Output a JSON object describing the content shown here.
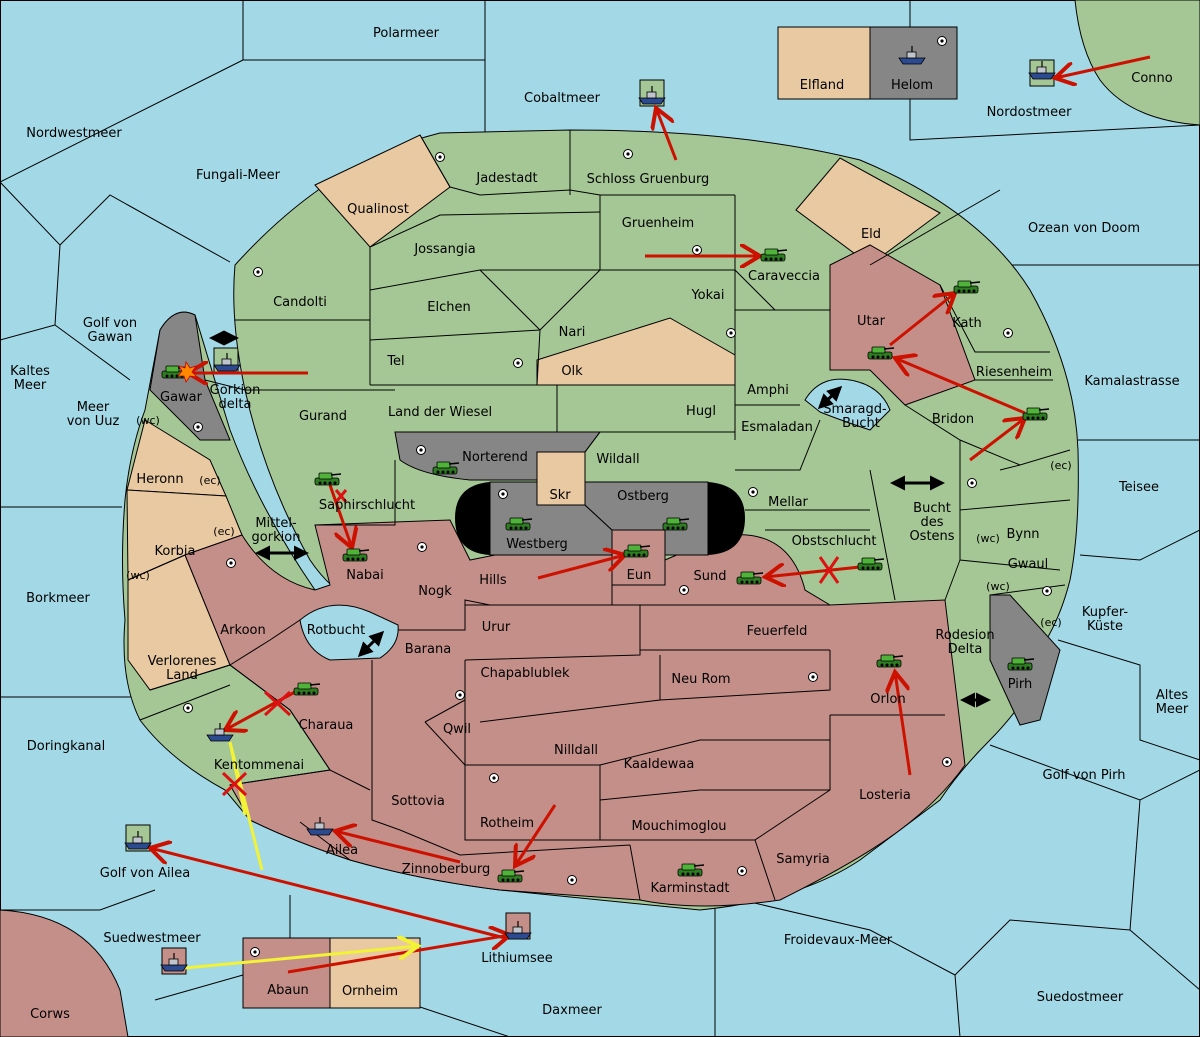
{
  "colors": {
    "sea": "#a3d9e6",
    "neutral_land": "#a5c795",
    "red_player": "#c58f89",
    "supply_center_tan": "#e9c9a1",
    "impassable_grey": "#868686",
    "order_arrow": "#cc1100",
    "support_arrow": "#f2f236",
    "tank_unit": "#3d9b2e",
    "fleet_unit": "#2b4a8f"
  },
  "units": {
    "army_icon": "tank-icon",
    "fleet_icon": "ship-icon",
    "supply_center_icon": "supply-center-dot-icon",
    "failed_order_icon": "red-x-icon",
    "bidirectional_icon": "double-arrow-icon"
  },
  "labels": {
    "polarmeer": "Polarmeer",
    "cobaltmeer": "Cobaltmeer",
    "elfland": "Elfland",
    "helom": "Helom",
    "conno": "Conno",
    "nordostmeer": "Nordostmeer",
    "nordwestmeer": "Nordwestmeer",
    "fungali": "Fungali-Meer",
    "jadestadt": "Jadestadt",
    "schloss": "Schloss Gruenburg",
    "qualinost": "Qualinost",
    "gruenheim": "Gruenheim",
    "eld": "Eld",
    "ozean": "Ozean von Doom",
    "jossangia": "Jossangia",
    "caraveccia": "Caraveccia",
    "candolti": "Candolti",
    "elchen": "Elchen",
    "yokai": "Yokai",
    "utar": "Utar",
    "kath": "Kath",
    "golf_gawan_1": "Golf von",
    "golf_gawan_2": "Gawan",
    "nari": "Nari",
    "kaltes_1": "Kaltes",
    "kaltes_2": "Meer",
    "tel": "Tel",
    "olk": "Olk",
    "gawar": "Gawar",
    "gorkion_1": "Gorkion",
    "gorkion_2": "delta",
    "riesenheim": "Riesenheim",
    "kamalastrasse": "Kamalastrasse",
    "amphi": "Amphi",
    "smaragd_1": "Smaragd-",
    "smaragd_2": "Bucht",
    "meer_uuz_1": "Meer",
    "meer_uuz_2": "von Uuz",
    "wc": "(wc)",
    "ec": "(ec)",
    "gurand": "Gurand",
    "land_wiesel": "Land der Wiesel",
    "hugl": "Hugl",
    "bridon": "Bridon",
    "esmaladan": "Esmaladan",
    "norterend": "Norterend",
    "wildall": "Wildall",
    "heronn": "Heronn",
    "skr": "Skr",
    "ostberg": "Ostberg",
    "teisee": "Teisee",
    "saphirschlucht": "Saphirschlucht",
    "mellar": "Mellar",
    "bucht_ostens_1": "Bucht",
    "bucht_ostens_2": "des",
    "bucht_ostens_3": "Ostens",
    "mittel_1": "Mittel-",
    "mittel_2": "gorkion",
    "westberg": "Westberg",
    "obstschlucht": "Obstschlucht",
    "bynn": "Bynn",
    "korbia": "Korbia",
    "nabai": "Nabai",
    "eun": "Eun",
    "hills": "Hills",
    "sund": "Sund",
    "gwaul": "Gwaul",
    "borkmeer": "Borkmeer",
    "nogk": "Nogk",
    "kupfer_1": "Kupfer-",
    "kupfer_2": "Küste",
    "urur": "Urur",
    "feuerfeld": "Feuerfeld",
    "rodesion_1": "Rodesion",
    "rodesion_2": "Delta",
    "arkoon": "Arkoon",
    "rotbucht": "Rotbucht",
    "barana": "Barana",
    "verlorenes_1": "Verlorenes",
    "verlorenes_2": "Land",
    "chapablublek": "Chapablublek",
    "neu_rom": "Neu Rom",
    "pirh": "Pirh",
    "altes_1": "Altes",
    "altes_2": "Meer",
    "orlon": "Orlon",
    "charaua": "Charaua",
    "qwil": "Qwil",
    "doringkanal": "Doringkanal",
    "nilldall": "Nilldall",
    "kentommenai": "Kentommenai",
    "kaaldewaa": "Kaaldewaa",
    "golf_pirh": "Golf von Pirh",
    "losteria": "Losteria",
    "sottovia": "Sottovia",
    "rotheim": "Rotheim",
    "mouchimoglou": "Mouchimoglou",
    "ailea": "Ailea",
    "samyria": "Samyria",
    "golf_ailea": "Golf von Ailea",
    "zinnoberburg": "Zinnoberburg",
    "karminstadt": "Karminstadt",
    "suedwestmeer": "Suedwestmeer",
    "lithiumsee": "Lithiumsee",
    "froidevaux": "Froidevaux-Meer",
    "abaun": "Abaun",
    "ornheim": "Ornheim",
    "suedostmeer": "Suedostmeer",
    "corws": "Corws",
    "daxmeer": "Daxmeer"
  }
}
